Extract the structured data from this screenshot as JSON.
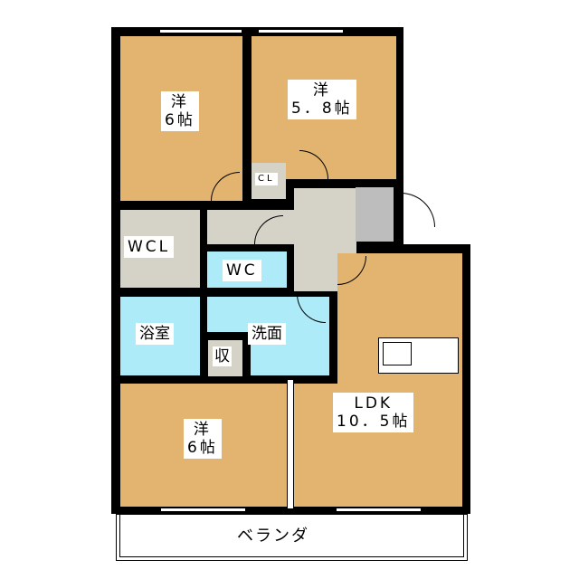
{
  "rooms": {
    "western1": {
      "type": "洋",
      "size": "6帖"
    },
    "western2": {
      "type": "洋",
      "size": "5．8帖"
    },
    "western3": {
      "type": "洋",
      "size": "6帖"
    },
    "closet": "CL",
    "walk_in_closet": "WCL",
    "toilet": "WC",
    "bath": "浴室",
    "washroom": "洗面",
    "storage": "収",
    "ldk": {
      "type": "LDK",
      "size": "10．5帖"
    },
    "veranda": "ベランダ"
  },
  "colors": {
    "room": "#E2B46F",
    "wet": "#AEEBF8",
    "storage": "#D5D2C8",
    "entry": "#BDBDBD"
  }
}
